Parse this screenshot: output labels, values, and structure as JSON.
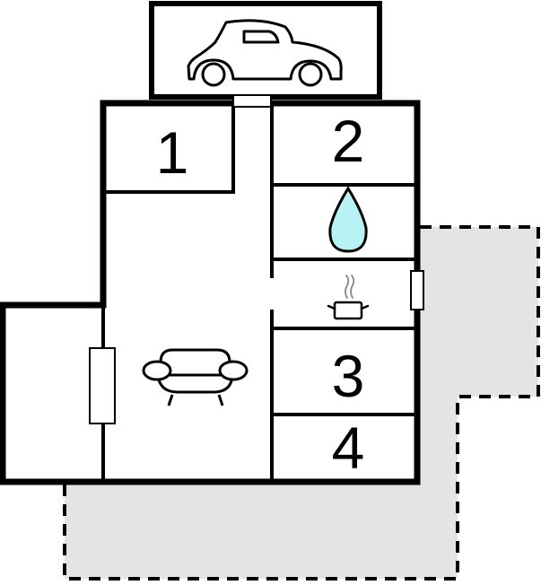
{
  "floorplan": {
    "colors": {
      "wall": "#000000",
      "background": "#ffffff",
      "terrace": "#e4e4e4",
      "water": "#b8f2f4"
    },
    "rooms": [
      {
        "id": "1",
        "label": "1",
        "type": "bedroom"
      },
      {
        "id": "2",
        "label": "2",
        "type": "bedroom"
      },
      {
        "id": "3",
        "label": "3",
        "type": "bedroom"
      },
      {
        "id": "4",
        "label": "4",
        "type": "bedroom"
      }
    ],
    "icons": {
      "garage": "car-icon",
      "bathroom": "water-drop-icon",
      "kitchen": "cooking-pot-icon",
      "living": "sofa-icon"
    },
    "areas": {
      "terrace": "terrace-dashed-area"
    }
  }
}
